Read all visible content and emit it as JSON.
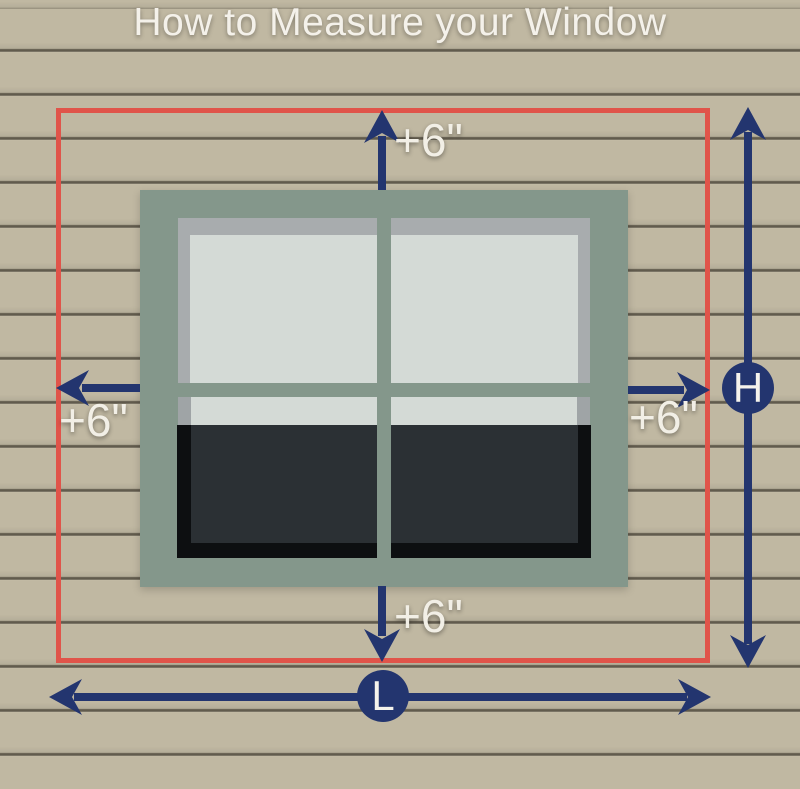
{
  "title": "How to Measure your Window",
  "diagram": {
    "add_top": "+6\"",
    "add_left": "+6\"",
    "add_right": "+6\"",
    "add_bottom": "+6\"",
    "height_label": "H",
    "length_label": "L"
  },
  "colors": {
    "siding_tan": "#c0b8a2",
    "siding_groove": "#504b3e",
    "title_text": "#f4f1ea",
    "outline_red": "#e0544a",
    "arrow_navy": "#23356f",
    "badge_navy": "#23356f",
    "frame_green": "#84978b",
    "sash_gray": "#a8acae",
    "glass_light": "#d4dad6",
    "pane_dark": "#2b3034",
    "pane_border_black": "#0d0f11",
    "label_white": "#f2efe6"
  }
}
